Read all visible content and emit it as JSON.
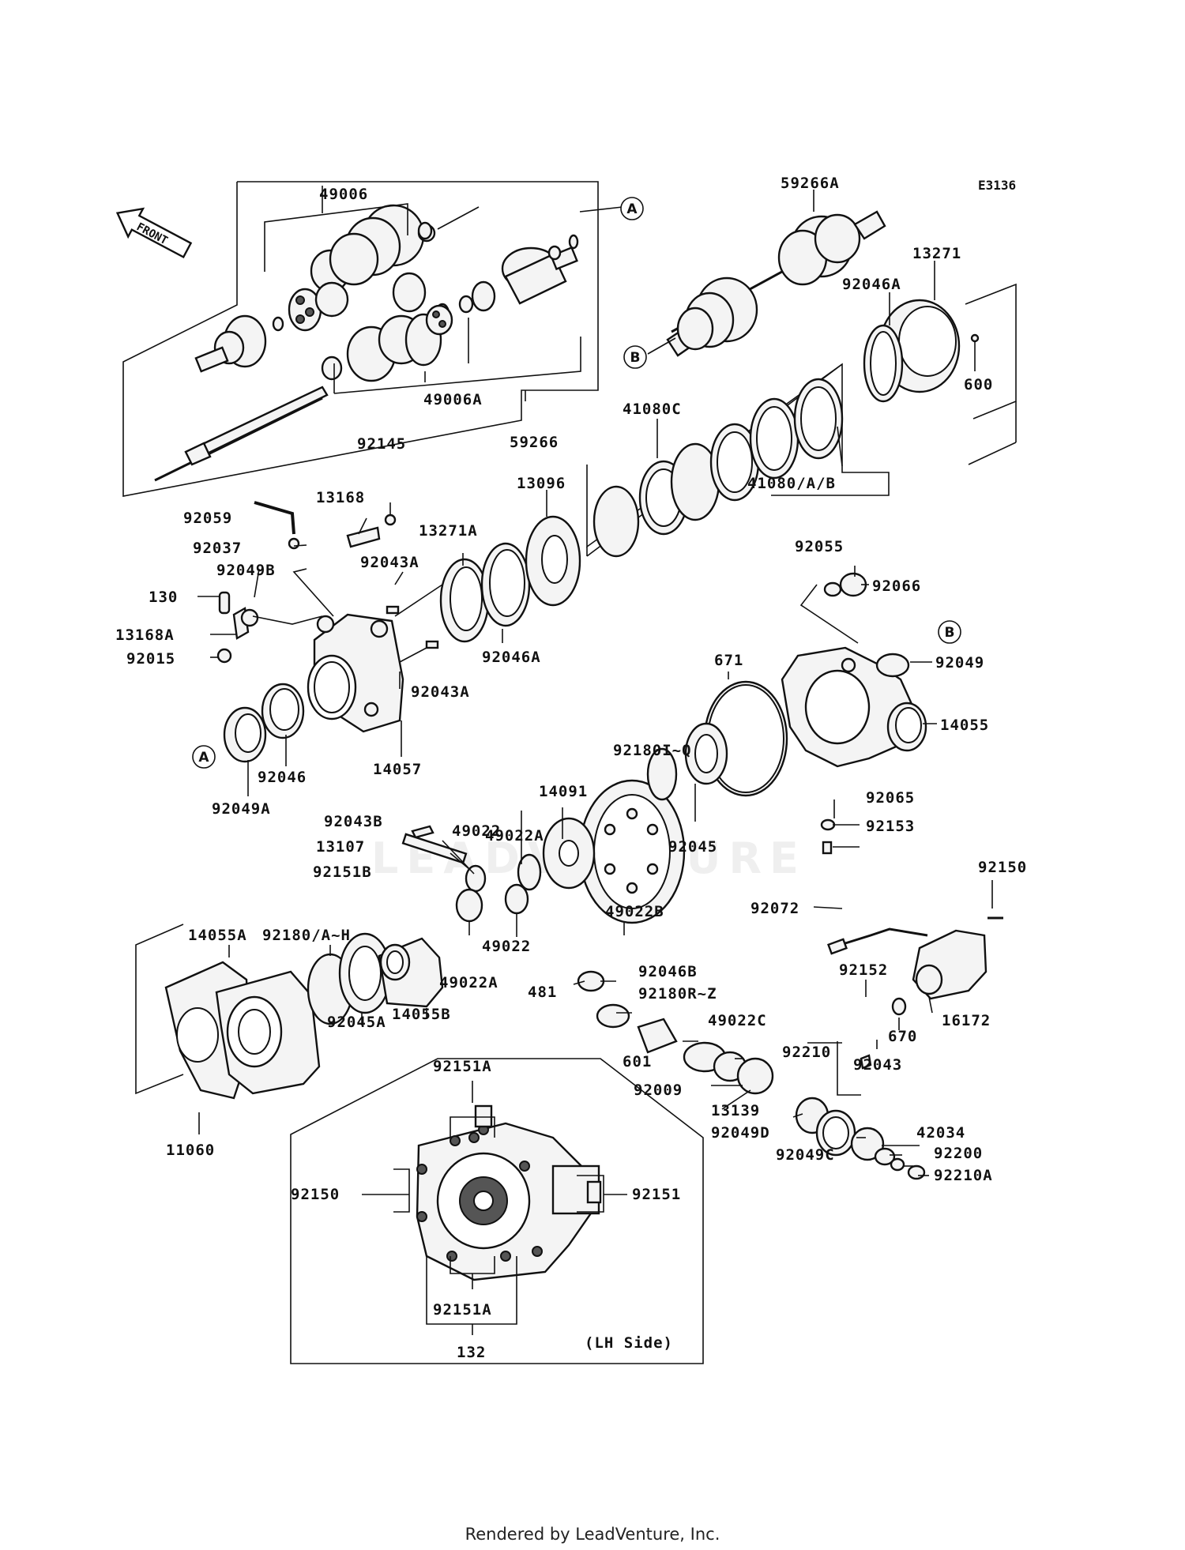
{
  "diagram_code": "E3136",
  "front_label": "FRONT",
  "footer": "Rendered by LeadVenture, Inc.",
  "watermark": "LEADVENTURE",
  "side_label": "(LH Side)",
  "markers": {
    "a": "A",
    "b": "B"
  },
  "parts": {
    "p49006": "49006",
    "p49006A": "49006A",
    "p59266": "59266",
    "p59266A": "59266A",
    "p13271": "13271",
    "p92046A_top": "92046A",
    "p600": "600",
    "p41080C": "41080C",
    "p41080AB": "41080/A/B",
    "p92145": "92145",
    "p13168": "13168",
    "p13096": "13096",
    "p92059": "92059",
    "p92037": "92037",
    "p13271A": "13271A",
    "p92043A_1": "92043A",
    "p92049B": "92049B",
    "p130": "130",
    "p13168A": "13168A",
    "p92015": "92015",
    "p92046A_mid": "92046A",
    "p92043A_2": "92043A",
    "p92046": "92046",
    "p14057": "14057",
    "p92049A": "92049A",
    "p92055": "92055",
    "p92066": "92066",
    "p92049": "92049",
    "p671": "671",
    "p14055": "14055",
    "p92180IQ": "92180I~Q",
    "p92065": "92065",
    "p92153": "92153",
    "p14091": "14091",
    "p49022A_top": "49022A",
    "p92043B": "92043B",
    "p49022_1": "49022",
    "p13107": "13107",
    "p92045": "92045",
    "p92151B": "92151B",
    "p49022B": "49022B",
    "p92150_right": "92150",
    "p92072": "92072",
    "p14055A": "14055A",
    "p92180AH": "92180/A~H",
    "p49022_2": "49022",
    "p49022A_bot": "49022A",
    "p14055B": "14055B",
    "p92046B": "92046B",
    "p481": "481",
    "p92180RZ": "92180R~Z",
    "p49022C": "49022C",
    "p92152": "92152",
    "p670": "670",
    "p16172": "16172",
    "p92045A": "92045A",
    "p601": "601",
    "p92210": "92210",
    "p92043": "92043",
    "p92009": "92009",
    "p11060": "11060",
    "p13139": "13139",
    "p92049D": "92049D",
    "p42034": "42034",
    "p92049C": "92049C",
    "p92200": "92200",
    "p92210A": "92210A",
    "p92151A_top": "92151A",
    "p92150_left": "92150",
    "p92151": "92151",
    "p92151A_bot": "92151A",
    "p132": "132"
  }
}
